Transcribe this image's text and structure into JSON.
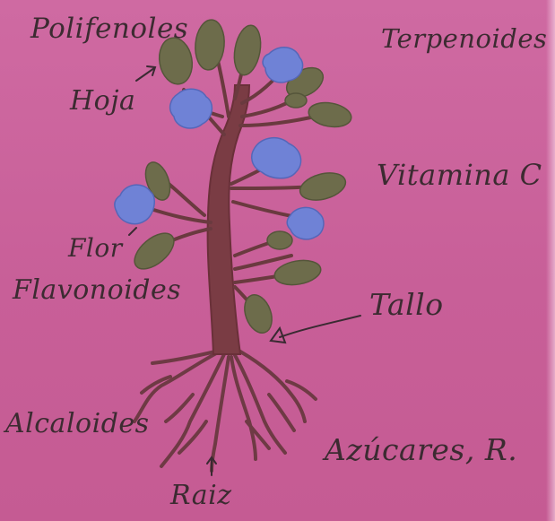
{
  "labels": {
    "polifenoles": "Polifenoles",
    "hoja": "Hoja",
    "terpenoides": "Terpenoides",
    "vitamina_c": "Vitamina C",
    "flor": "Flor",
    "flavonoides": "Flavonoides",
    "tallo": "Tallo",
    "alcaloides": "Alcaloides",
    "azucares": "Azúcares, R.",
    "raiz": "Raiz"
  },
  "colors": {
    "paper": "#cc66a0",
    "ink": "#3c2b31",
    "stem": "#7a3c44",
    "root": "#6e3a44",
    "leaf": "#6d6c4b",
    "flower": "#6f82d6"
  }
}
